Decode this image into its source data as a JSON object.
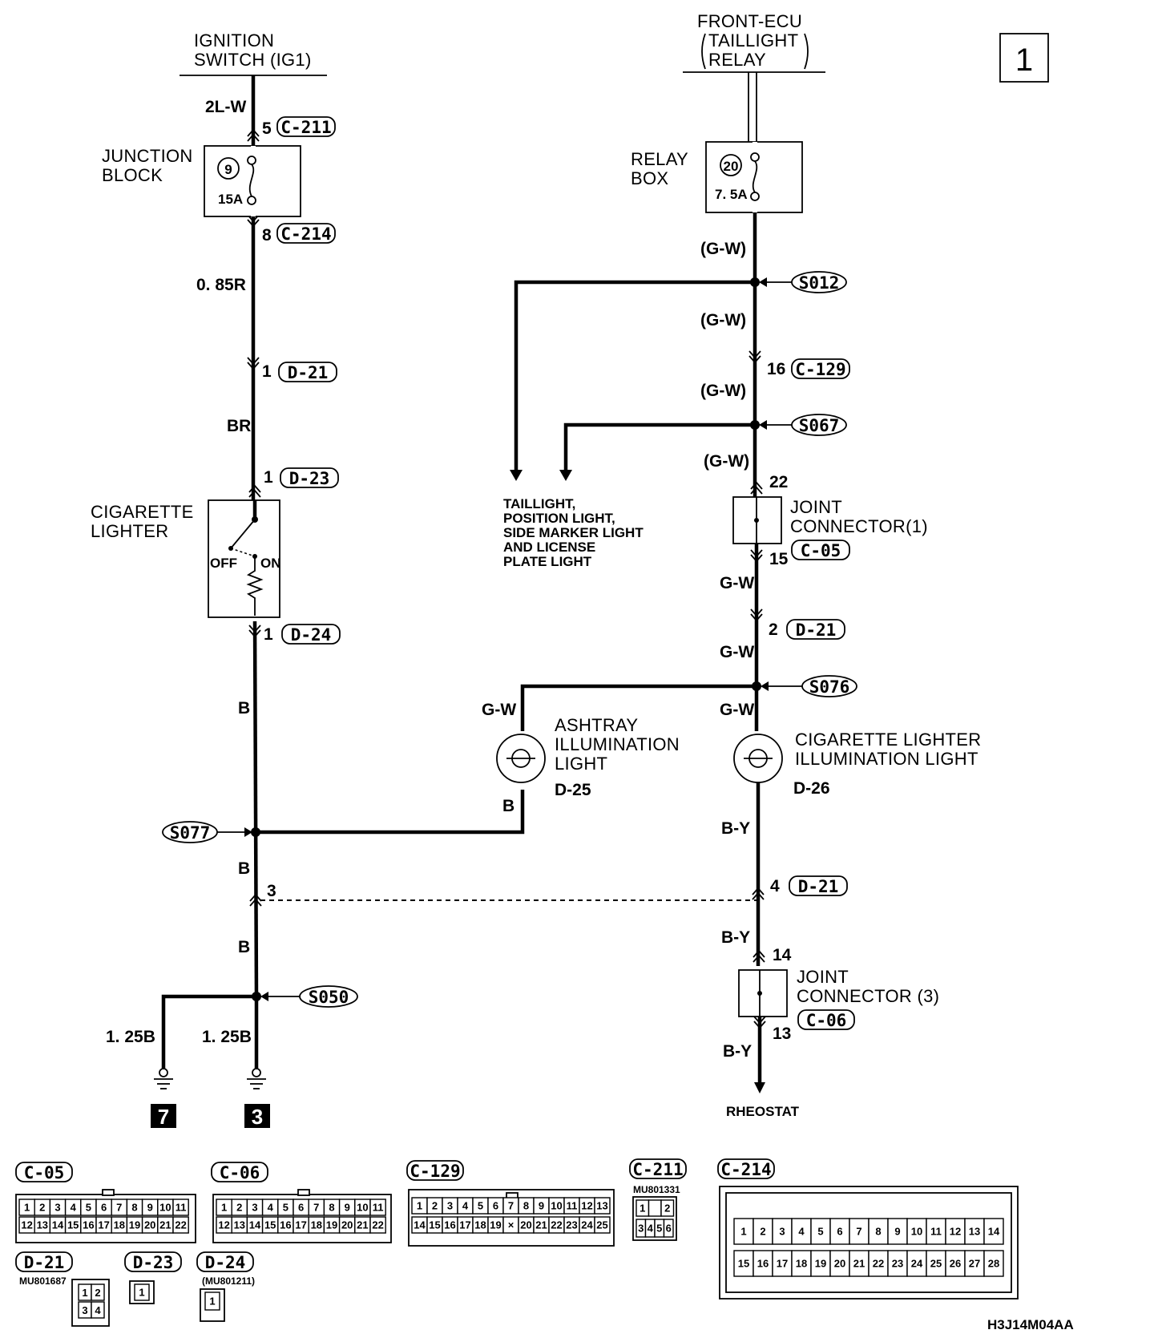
{
  "page_number": "1",
  "drawing_code": "H3J14M04AA",
  "sources": {
    "ignition": [
      "IGNITION",
      "SWITCH (IG1)"
    ],
    "front_ecu": [
      "FRONT-ECU",
      "TAILLIGHT",
      "RELAY"
    ]
  },
  "junction_block": {
    "label": [
      "JUNCTION",
      "BLOCK"
    ],
    "fuse_number": "9",
    "fuse_rating": "15A",
    "in_pin": "5",
    "in_conn": "C-211",
    "out_pin": "8",
    "out_conn": "C-214"
  },
  "relay_box": {
    "label": [
      "RELAY",
      "BOX"
    ],
    "fuse_number": "20",
    "fuse_rating": "7. 5A"
  },
  "left_circuit": {
    "wire_2lw": "2L-W",
    "wire_085r": "0. 85R",
    "d21_pin": "1",
    "d21_conn": "D-21",
    "wire_br": "BR",
    "d23_pin": "1",
    "d23_conn": "D-23",
    "lighter_label": [
      "CIGARETTE",
      "LIGHTER"
    ],
    "off": "OFF",
    "on": "ON",
    "d24_pin": "1",
    "d24_conn": "D-24",
    "wire_b1": "B",
    "splice_s077": "S077",
    "wire_b2": "B",
    "pin_3": "3",
    "wire_b3": "B",
    "splice_s050": "S050",
    "wire_125b_left": "1. 25B",
    "wire_125b_right": "1. 25B",
    "ground_7": "7",
    "ground_3": "3"
  },
  "right_circuit": {
    "wire_gw1": "(G-W)",
    "splice_s012": "S012",
    "wire_gw2": "(G-W)",
    "c129_pin": "16",
    "c129_conn": "C-129",
    "wire_gw3": "(G-W)",
    "splice_s067": "S067",
    "wire_gw4": "(G-W)",
    "jc1_pin_in": "22",
    "jc1_label": [
      "JOINT",
      "CONNECTOR(1)"
    ],
    "jc1_conn": "C-05",
    "jc1_pin_out": "15",
    "wire_gw5": "G-W",
    "d21_pin": "2",
    "d21_conn": "D-21",
    "wire_gw6": "G-W",
    "splice_s076": "S076",
    "wire_gw7": "G-W",
    "wire_gw8": "G-W",
    "ashtray_label": [
      "ASHTRAY",
      "ILLUMINATION",
      "LIGHT"
    ],
    "ashtray_code": "D-25",
    "ashtray_wire_b": "B",
    "cig_illum_label": [
      "CIGARETTE LIGHTER",
      "ILLUMINATION LIGHT"
    ],
    "cig_illum_code": "D-26",
    "wire_by1": "B-Y",
    "d21b_pin": "4",
    "d21b_conn": "D-21",
    "wire_by2": "B-Y",
    "jc3_pin_in": "14",
    "jc3_label": [
      "JOINT",
      "CONNECTOR (3)"
    ],
    "jc3_conn": "C-06",
    "jc3_pin_out": "13",
    "wire_by3": "B-Y",
    "rheostat": "RHEOSTAT",
    "taillight_note": [
      "TAILLIGHT,",
      "POSITION LIGHT,",
      "SIDE MARKER LIGHT",
      "AND LICENSE",
      "PLATE LIGHT"
    ]
  },
  "connector_views": {
    "c05": {
      "name": "C-05",
      "row1": [
        "1",
        "2",
        "3",
        "4",
        "5",
        "6",
        "7",
        "8",
        "9",
        "10",
        "11"
      ],
      "row2": [
        "12",
        "13",
        "14",
        "15",
        "16",
        "17",
        "18",
        "19",
        "20",
        "21",
        "22"
      ]
    },
    "c06": {
      "name": "C-06",
      "row1": [
        "1",
        "2",
        "3",
        "4",
        "5",
        "6",
        "7",
        "8",
        "9",
        "10",
        "11"
      ],
      "row2": [
        "12",
        "13",
        "14",
        "15",
        "16",
        "17",
        "18",
        "19",
        "20",
        "21",
        "22"
      ]
    },
    "c129": {
      "name": "C-129",
      "row1": [
        "1",
        "2",
        "3",
        "4",
        "5",
        "6",
        "7",
        "8",
        "9",
        "10",
        "11",
        "12",
        "13"
      ],
      "row2": [
        "14",
        "15",
        "16",
        "17",
        "18",
        "19",
        "×",
        "20",
        "21",
        "22",
        "23",
        "24",
        "25"
      ]
    },
    "c211": {
      "name": "C-211",
      "part": "MU801331",
      "row1": [
        "1",
        "",
        "2"
      ],
      "row2": [
        "3",
        "4",
        "5",
        "6"
      ]
    },
    "c214": {
      "name": "C-214",
      "row1": [
        "1",
        "2",
        "3",
        "4",
        "5",
        "6",
        "7",
        "8",
        "9",
        "10",
        "11",
        "12",
        "13",
        "14"
      ],
      "row2": [
        "15",
        "16",
        "17",
        "18",
        "19",
        "20",
        "21",
        "22",
        "23",
        "24",
        "25",
        "26",
        "27",
        "28"
      ]
    },
    "d21": {
      "name": "D-21",
      "part": "MU801687",
      "pins": [
        "1",
        "2",
        "3",
        "4"
      ]
    },
    "d23": {
      "name": "D-23",
      "pins": [
        "1"
      ]
    },
    "d24": {
      "name": "D-24",
      "part": "(MU801211)",
      "pins": [
        "1"
      ]
    }
  }
}
